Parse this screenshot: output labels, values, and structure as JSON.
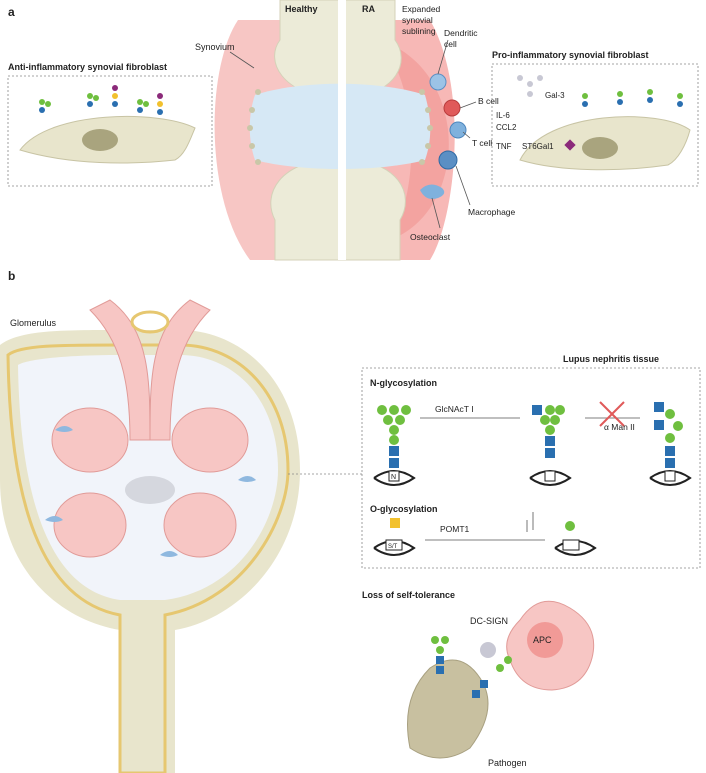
{
  "panel_a": {
    "letter": "a",
    "healthy": "Healthy",
    "ra": "RA",
    "synovium": "Synovium",
    "expanded": [
      "Expanded",
      "synovial",
      "sublining"
    ],
    "anti": "Anti-inflammatory synovial fibroblast",
    "pro": "Pro-inflammatory synovial fibroblast",
    "dendritic": [
      "Dendritic",
      "cell"
    ],
    "bcell": "B cell",
    "tcell": "T cell",
    "macrophage": "Macrophage",
    "osteoclast": "Osteoclast",
    "gal3": "Gal-3",
    "il6": "IL-6",
    "ccl2": "CCL2",
    "tnf": "TNF",
    "st6": "ST6Gal1"
  },
  "panel_b": {
    "letter": "b",
    "glomerulus": "Glomerulus",
    "lupus": "Lupus nephritis tissue",
    "nglyco": "N-glycosylation",
    "glcnact": "GlcNAcT I",
    "aman": "α Man II",
    "oglyco": "O-glycosylation",
    "pomt1": "POMT1",
    "n_label": "N",
    "st_label": "S/T",
    "loss": "Loss of self-tolerance",
    "dcsign": "DC-SIGN",
    "apc": "APC",
    "pathogen": "Pathogen"
  },
  "colors": {
    "glc_green": "#6fbf3f",
    "glcnac_blue": "#2a6fb0",
    "gal_yellow": "#f2c12e",
    "sia_purple": "#8b2a7a",
    "fuc_red": "#c0392b",
    "tissue_pink": "#f7c6c4",
    "cartilage_blue": "#d6e8f5",
    "bone_beige": "#ecebd8",
    "cell_beige": "#e8e5cc"
  }
}
